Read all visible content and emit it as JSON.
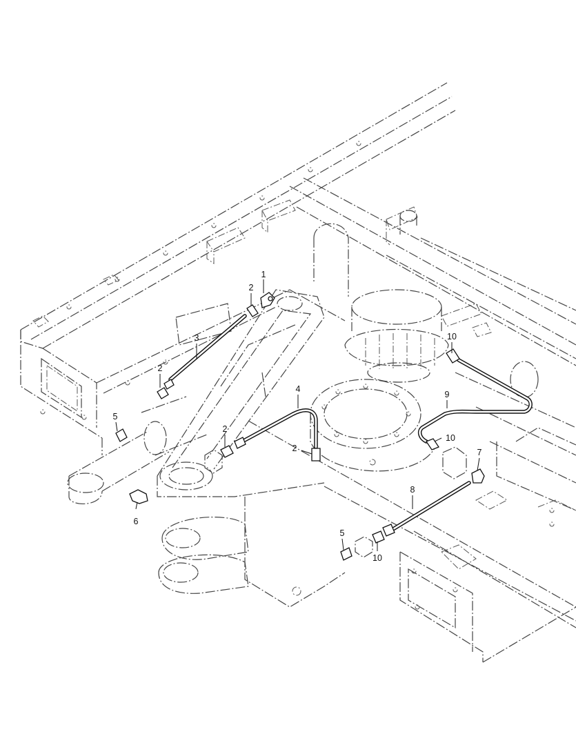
{
  "callouts": {
    "c1": "1",
    "c2a": "2",
    "c2b": "2",
    "c2c": "2",
    "c2d": "2",
    "c3": "3",
    "c4": "4",
    "c5a": "5",
    "c5b": "5",
    "c6": "6",
    "c7": "7",
    "c8": "8",
    "c9": "9",
    "c10a": "10",
    "c10b": "10",
    "c10c": "10"
  }
}
